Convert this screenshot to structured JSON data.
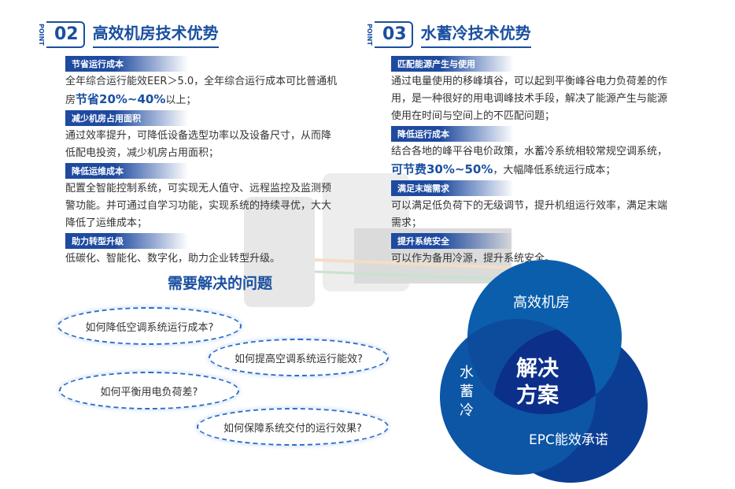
{
  "left": {
    "point_tag": "POINT",
    "num": "02",
    "title": "高效机房技术优势",
    "sections": [
      {
        "label": "节省运行成本",
        "text_a": "全年综合运行能效EER＞5.0，全年综合运行成本可比普通机房",
        "highlight": "节省20%~40%",
        "text_b": "以上；"
      },
      {
        "label": "减少机房占用面积",
        "text": "通过效率提升，可降低设备选型功率以及设备尺寸，从而降低配电投资，减少机房占用面积；"
      },
      {
        "label": "降低运维成本",
        "text": "配置全智能控制系统，可实现无人值守、远程监控及监测预警功能。并可通过自学习功能，实现系统的持续寻优，大大降低了运维成本；"
      },
      {
        "label": "助力转型升级",
        "text": "低碳化、智能化、数字化，助力企业转型升级。"
      }
    ]
  },
  "right": {
    "point_tag": "POINT",
    "num": "03",
    "title": "水蓄冷技术优势",
    "sections": [
      {
        "label": "匹配能源产生与使用",
        "text": "通过电量使用的移峰填谷，可以起到平衡峰谷电力负荷差的作用，是一种很好的用电调峰技术手段，解决了能源产生与能源使用在时间与空间上的不匹配问题；"
      },
      {
        "label": "降低运行成本",
        "text_a": "结合各地的峰平谷电价政策，水蓄冷系统相较常规空调系统，",
        "highlight": "可节费30%~50%",
        "text_b": "，大幅降低系统运行成本；"
      },
      {
        "label": "满足末端需求",
        "text": "可以满足低负荷下的无级调节，提升机组运行效率，满足末端需求；"
      },
      {
        "label": "提升系统安全",
        "text": "可以作为备用冷源，提升系统安全。"
      }
    ]
  },
  "problems": {
    "title": "需要解决的问题",
    "items": [
      "如何降低空调系统运行成本?",
      "如何提高空调系统运行能效?",
      "如何平衡用电负荷差?",
      "如何保障系统交付的运行效果?"
    ]
  },
  "venn": {
    "top": "高效机房",
    "left": "水蓄冷",
    "right": "EPC能效承诺",
    "center_1": "解决",
    "center_2": "方案"
  },
  "colors": {
    "brand": "#1a4fa0",
    "top": "#0a5eab",
    "left": "#0d55a5",
    "right": "#0b3e93",
    "center": "#0c2f8a"
  }
}
